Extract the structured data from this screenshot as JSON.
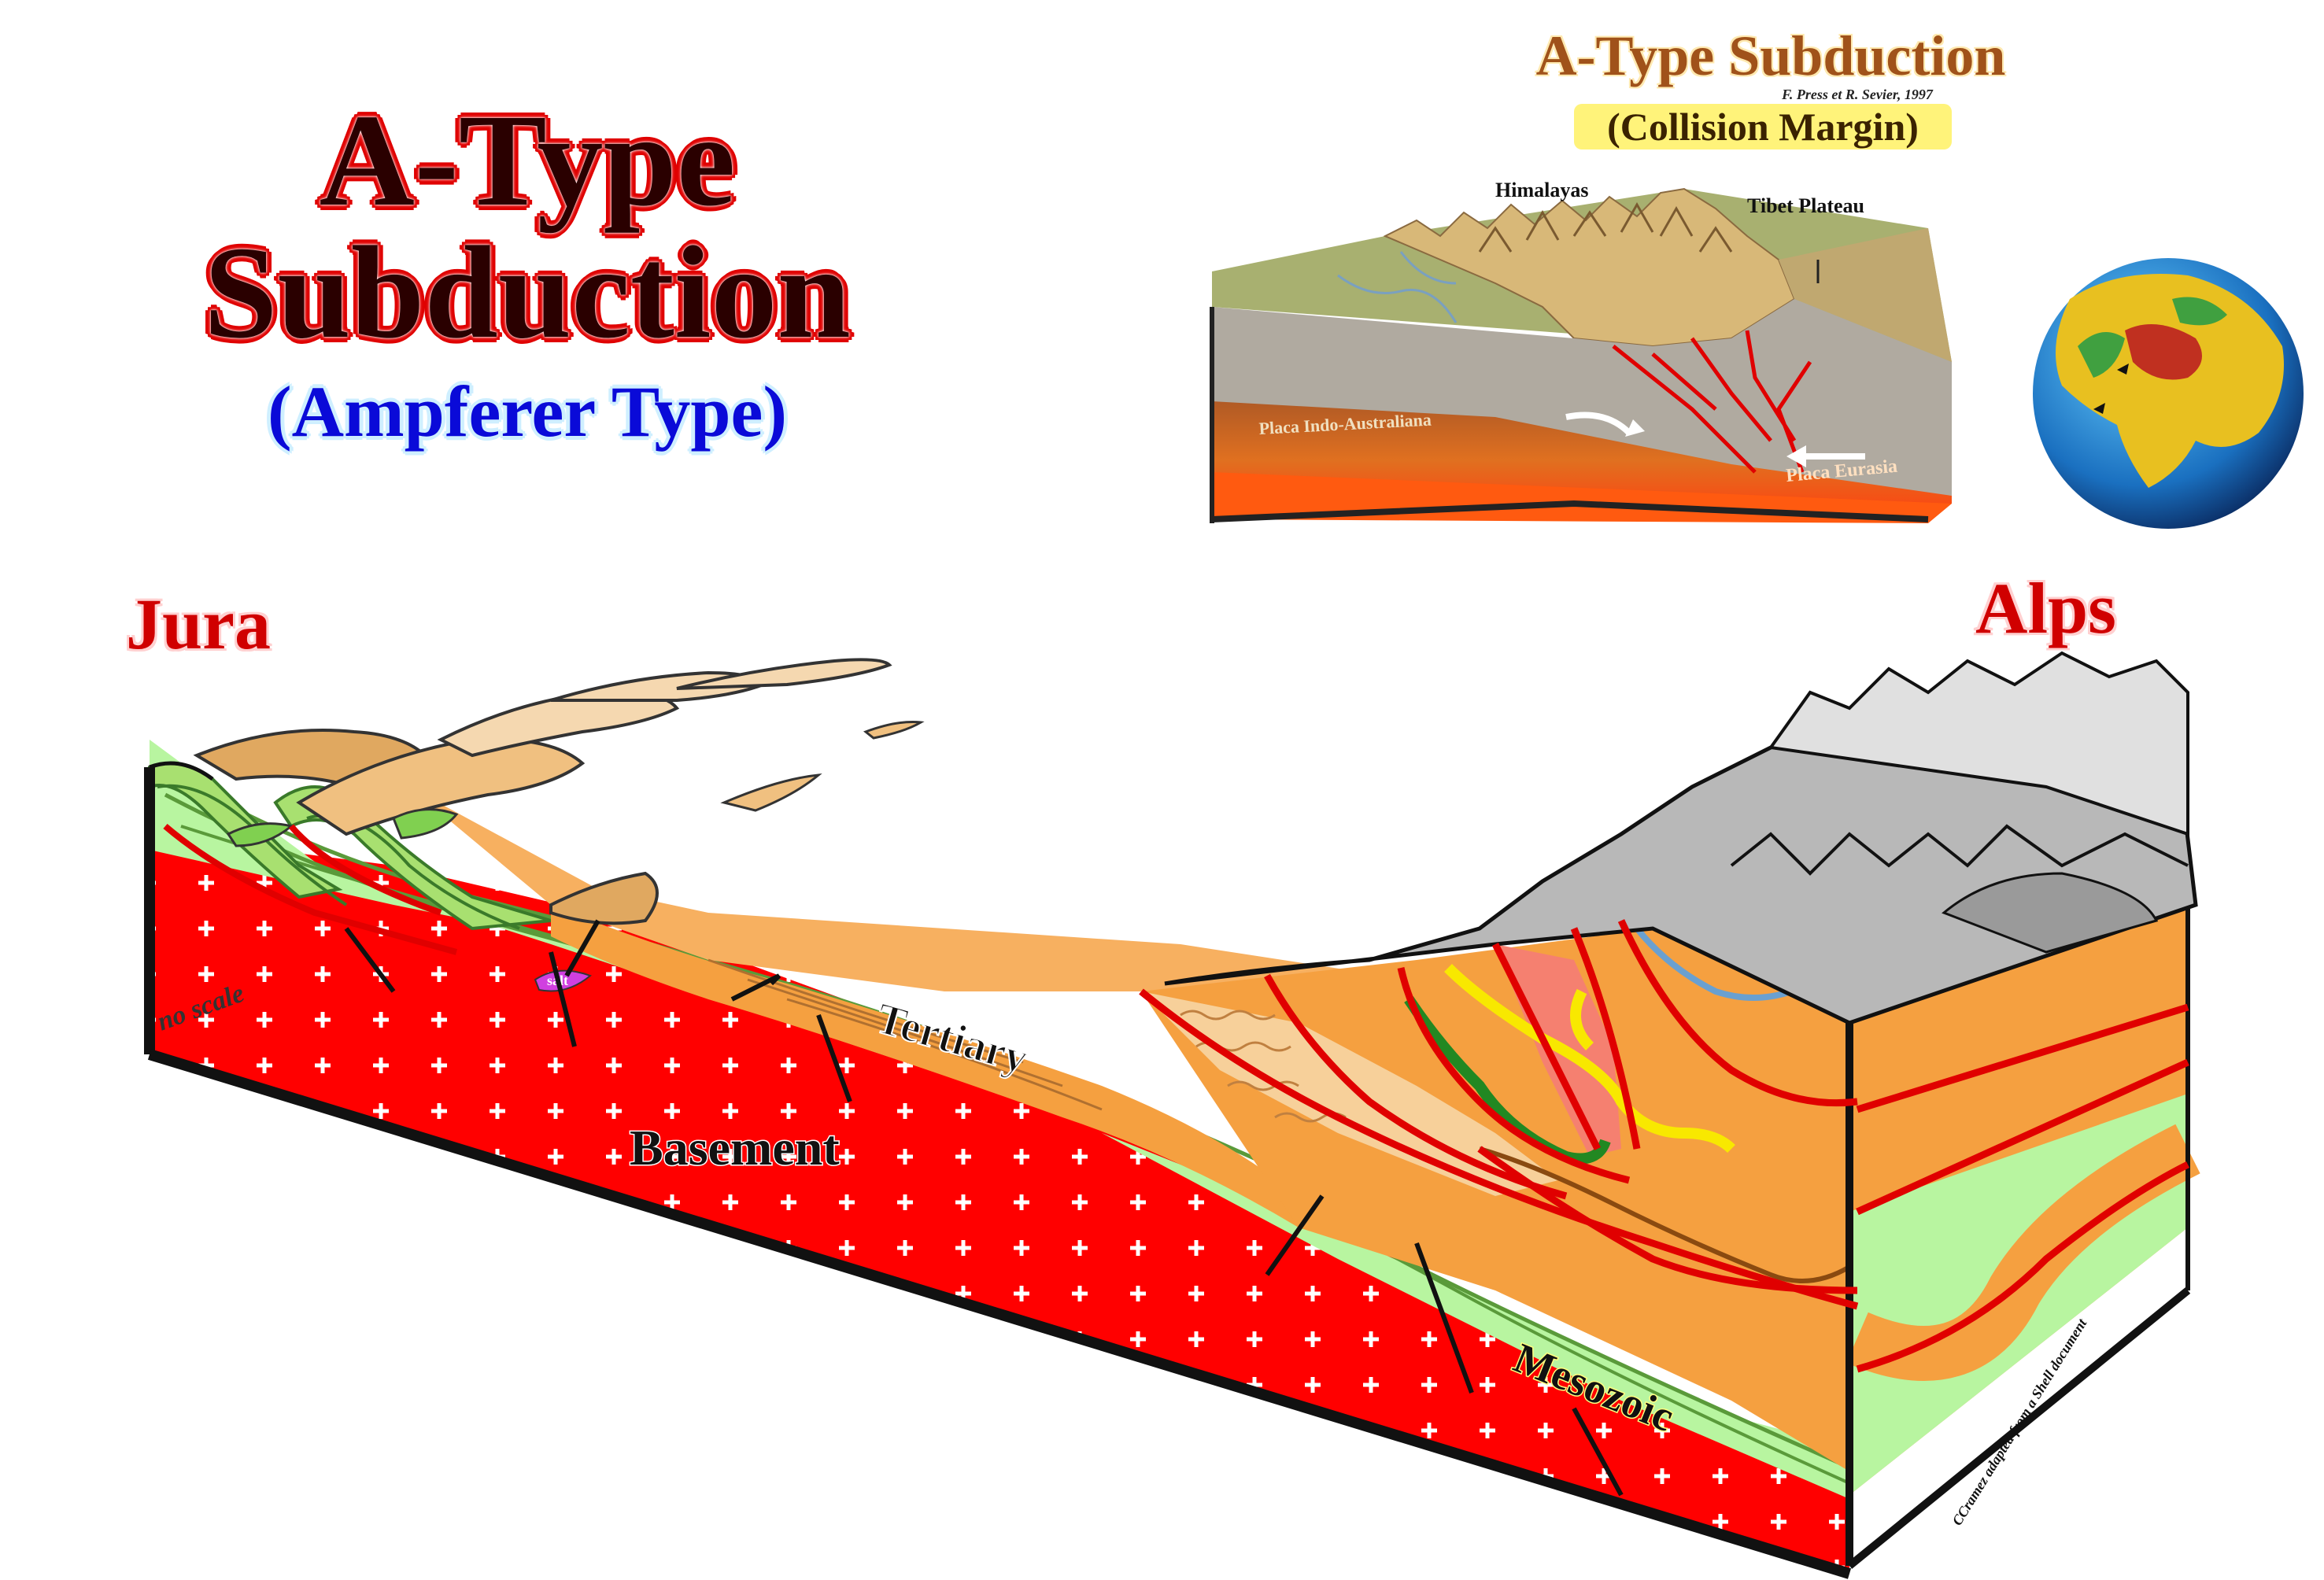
{
  "title": {
    "line1": "A-Type",
    "line2": "Subduction",
    "subtitle": "(Ampferer Type)"
  },
  "inset": {
    "title": "A-Type Subduction",
    "credit": "F. Press et R. Sevier, 1997",
    "subtitle": "(Collision Margin)",
    "labels": {
      "himalayas": "Himalayas",
      "tibet": "Tibet Plateau",
      "indo_plate": "Placa Indo-Australiana",
      "eurasia_plate": "Placa Eurasia"
    }
  },
  "section": {
    "left_label": "Jura",
    "right_label": "Alps",
    "no_scale": "no scale",
    "salt": "salt",
    "tertiary": "Tertiary",
    "basement": "Basement",
    "mesozoic": "Mesozoic",
    "credit": "CCramez adapted from a Shell document"
  },
  "colors": {
    "basement": "#ff0000",
    "mesozoic": "#b8f5a0",
    "tertiary": "#f5a040",
    "fault": "#e00000",
    "alps_rock": "#b8b8b8"
  }
}
